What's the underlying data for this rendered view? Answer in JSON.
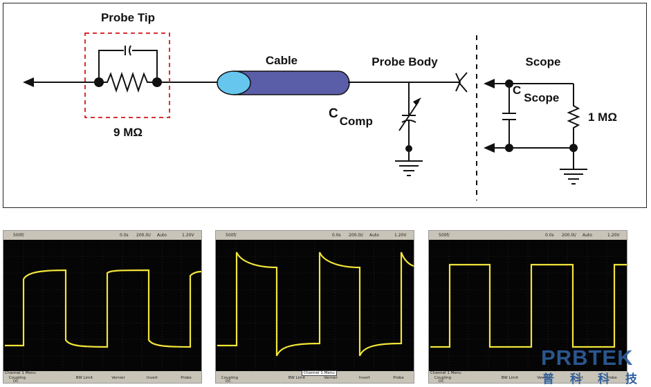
{
  "diagram": {
    "probe_tip_label": "Probe Tip",
    "probe_tip_resistance": "9 MΩ",
    "cable_label": "Cable",
    "probe_body_label": "Probe Body",
    "c_comp_main": "C",
    "c_comp_sub": "Comp",
    "scope_label": "Scope",
    "c_scope_main": "C",
    "c_scope_sub": "Scope",
    "scope_resistance": "1 MΩ",
    "colors": {
      "line": "#111111",
      "dashed_box": "#d62f2f",
      "cable_body": "#5a5ea8",
      "cable_end": "#66c6ee"
    }
  },
  "scopes": [
    {
      "waveform": "under-compensated",
      "top_bar": {
        "timebase": "500f/",
        "delay": "0.0s",
        "time_div": "200.0i/",
        "mode": "Auto",
        "level": "1.20V"
      },
      "menu_title": "Channel 1 Menu",
      "softkeys": [
        "Coupling",
        "BW Limit",
        "Vernier",
        "Invert",
        "Probe"
      ],
      "coupling_value": "DC"
    },
    {
      "waveform": "over-compensated",
      "top_bar": {
        "timebase": "500f/",
        "delay": "0.0s",
        "time_div": "200.0i/",
        "mode": "Auto",
        "level": "1.20V"
      },
      "menu_title": "Channel 1 Menu",
      "softkeys": [
        "Coupling",
        "BW Limit",
        "Vernier",
        "Invert",
        "Probe"
      ],
      "coupling_value": "DC"
    },
    {
      "waveform": "properly-compensated",
      "top_bar": {
        "timebase": "500f/",
        "delay": "0.0s",
        "time_div": "200.0i/",
        "mode": "Auto",
        "level": "1.20V"
      },
      "menu_title": "Channel 1 Menu",
      "softkeys": [
        "Coupling",
        "BW Limit",
        "Vernier",
        "Invert",
        "Probe"
      ],
      "coupling_value": "DC"
    }
  ],
  "watermark": {
    "latin": "PRBTEK",
    "cjk": "普科科技"
  }
}
